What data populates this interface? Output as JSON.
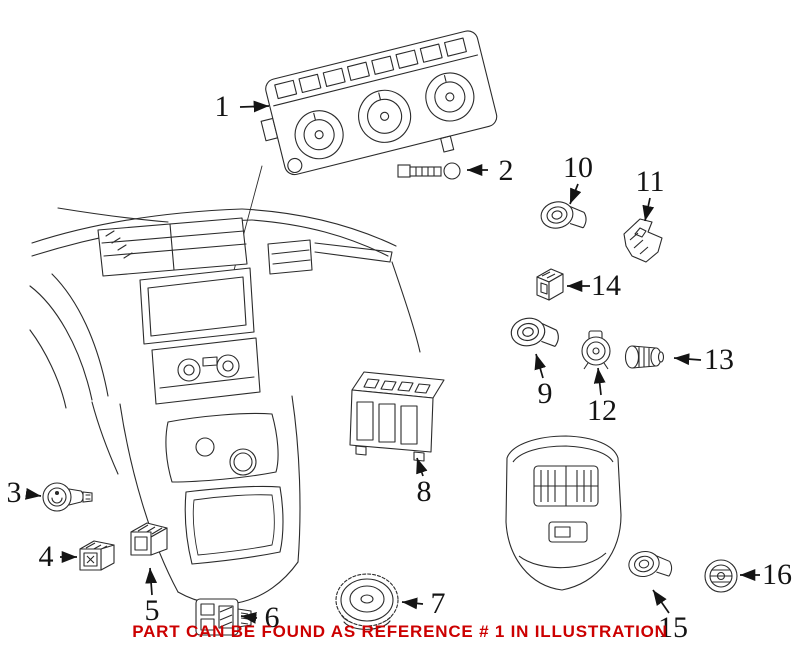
{
  "diagram": {
    "caption": "PART CAN BE FOUND AS REFERENCE # 1 IN ILLUSTRATION",
    "colors": {
      "caption": "#cc0000",
      "line_art": "#2b2b2b",
      "background": "#ffffff"
    },
    "callouts": [
      {
        "label": "1"
      },
      {
        "label": "2"
      },
      {
        "label": "3"
      },
      {
        "label": "4"
      },
      {
        "label": "5"
      },
      {
        "label": "6"
      },
      {
        "label": "7"
      },
      {
        "label": "8"
      },
      {
        "label": "9"
      },
      {
        "label": "10"
      },
      {
        "label": "11"
      },
      {
        "label": "12"
      },
      {
        "label": "13"
      },
      {
        "label": "14"
      },
      {
        "label": "15"
      },
      {
        "label": "16"
      }
    ]
  }
}
